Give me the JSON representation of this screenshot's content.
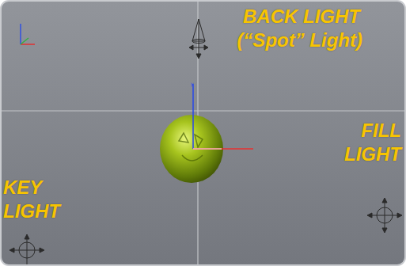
{
  "diagram": {
    "labels": [
      "BACK LIGHT",
      "(“Spot” Light)",
      "FILL LIGHT",
      "KEY LIGHT"
    ]
  }
}
